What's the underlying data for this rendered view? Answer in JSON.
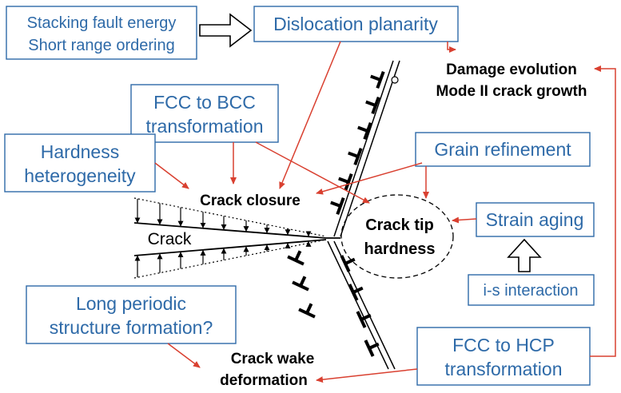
{
  "colors": {
    "box_text": "#2e6aa8",
    "box_border": "#2e6aa8",
    "arrow": "#d94030",
    "line": "#000000"
  },
  "boxes": {
    "sfe_line1": "Stacking fault energy",
    "sfe_line2": "Short range ordering",
    "dislocation_planarity": "Dislocation planarity",
    "fcc_bcc_line1": "FCC to BCC",
    "fcc_bcc_line2": "transformation",
    "hardness_het_line1": "Hardness",
    "hardness_het_line2": "heterogeneity",
    "grain_refinement": "Grain refinement",
    "strain_aging": "Strain aging",
    "is_interaction": "i-s interaction",
    "lps_line1": "Long periodic",
    "lps_line2": "structure formation?",
    "fcc_hcp_line1": "FCC to HCP",
    "fcc_hcp_line2": "transformation"
  },
  "labels": {
    "damage_line1": "Damage evolution",
    "damage_line2": "Mode II crack growth",
    "crack_closure": "Crack closure",
    "crack": "Crack",
    "tip_line1": "Crack tip",
    "tip_line2": "hardness",
    "wake_line1": "Crack wake",
    "wake_line2": "deformation"
  }
}
